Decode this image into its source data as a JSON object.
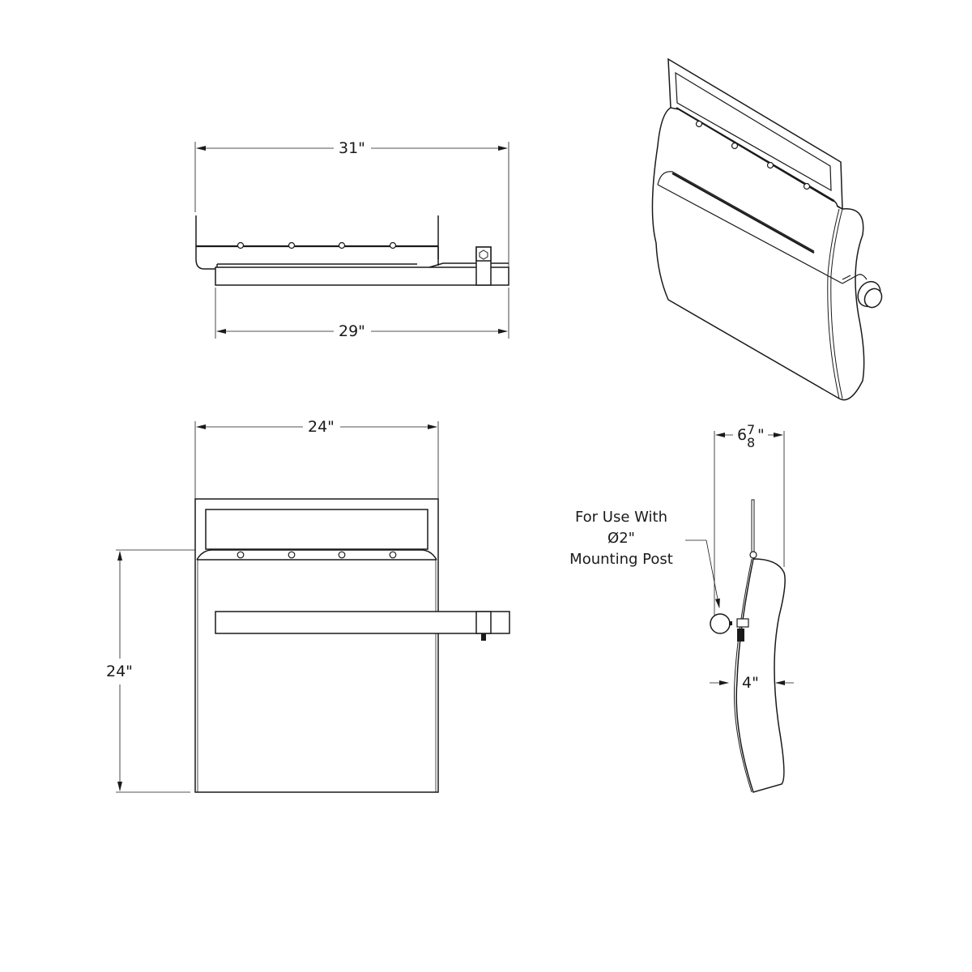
{
  "drawing": {
    "views": [
      {
        "name": "top-view",
        "dimensions": {
          "overall_width": "31\"",
          "bar_length": "29\""
        }
      },
      {
        "name": "isometric-view"
      },
      {
        "name": "front-view",
        "dimensions": {
          "width": "24\"",
          "height": "24\""
        }
      },
      {
        "name": "side-view",
        "dimensions": {
          "depth_whole": "6",
          "depth_num": "7",
          "depth_den": "8",
          "depth_unit": "\"",
          "thickness": "4\""
        }
      }
    ],
    "note": {
      "line1": "For Use With",
      "line2": "Ø2\"",
      "line3": "Mounting Post"
    },
    "colors": {
      "line": "#1a1a1a",
      "dim_line": "#333333",
      "background": "#ffffff"
    }
  }
}
